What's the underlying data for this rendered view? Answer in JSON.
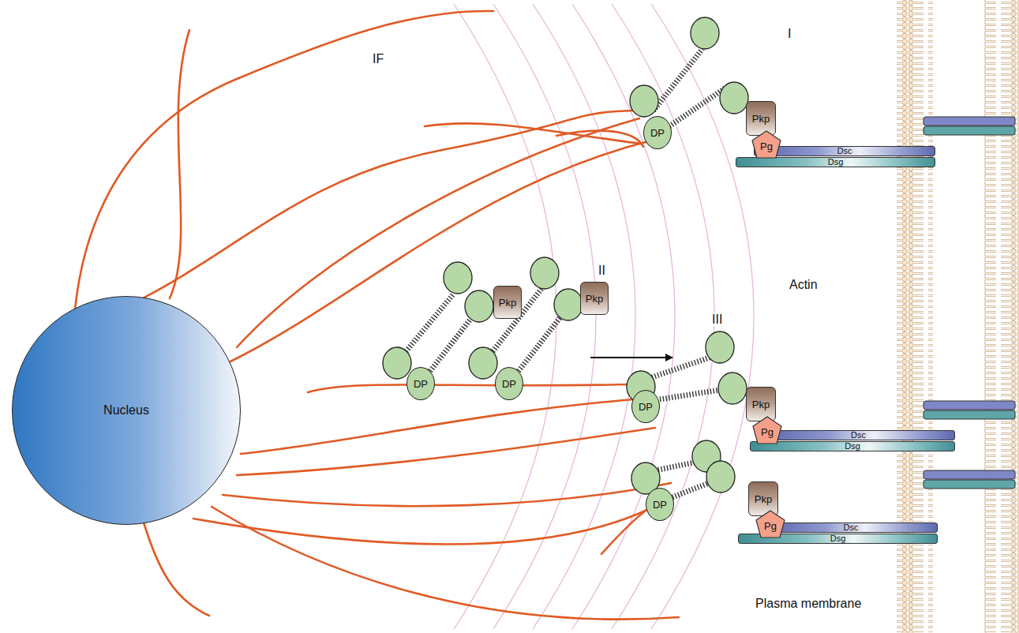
{
  "diagram": {
    "nodes": [
      {
        "text": [
          "Nucleus"
        ]
      },
      {
        "text": [
          "DP"
        ]
      },
      {
        "text": [
          "Pkp"
        ]
      },
      {
        "text": [
          "Pg"
        ]
      },
      {
        "text": [
          "Dsc"
        ]
      },
      {
        "text": [
          "Dsg"
        ]
      },
      {
        "text": [
          "DP"
        ]
      },
      {
        "text": [
          "Pkp"
        ]
      },
      {
        "text": [
          "DP"
        ]
      },
      {
        "text": [
          "Pkp"
        ]
      },
      {
        "text": [
          "DP"
        ]
      },
      {
        "text": [
          "Pkp"
        ]
      },
      {
        "text": [
          "Pg"
        ]
      },
      {
        "text": [
          "Dsc"
        ]
      },
      {
        "text": [
          "Dsg"
        ]
      },
      {
        "text": [
          "DP"
        ]
      },
      {
        "text": [
          "Pkp"
        ]
      },
      {
        "text": [
          "Pg"
        ]
      },
      {
        "text": [
          "Dsc"
        ]
      },
      {
        "text": [
          "Dsg"
        ]
      }
    ],
    "labels": [
      "IF",
      "I",
      "II",
      "Actin",
      "III",
      "Plasma membrane"
    ]
  }
}
